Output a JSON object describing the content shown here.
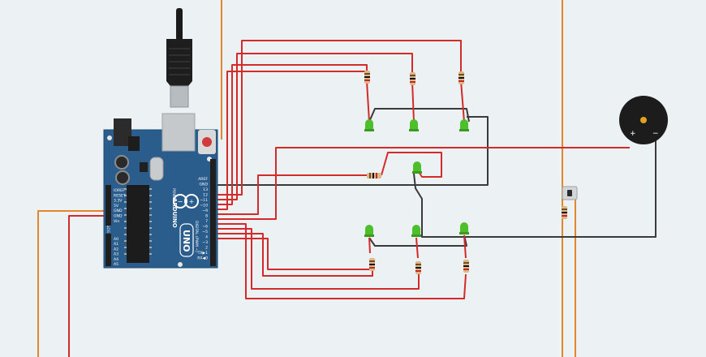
{
  "board": {
    "brand_vertical": "ARDUINO",
    "model_vertical": "UNO",
    "digital_header_label": "DIGITAL (PWM ~)",
    "power_header_label": "POWER",
    "analog_header_label": "ANALOG IN",
    "digital_pins": [
      "AREF",
      "GND",
      "13",
      "12",
      "~11",
      "~10",
      "~9",
      "8",
      "7",
      "~6",
      "~5",
      "4",
      "~3",
      "2",
      "TX▶1",
      "RX◀0"
    ],
    "power_pins": [
      "IOREF",
      "RESET",
      "3.3V",
      "5V",
      "GND",
      "GND",
      "Vin"
    ],
    "analog_pins": [
      "A0",
      "A1",
      "A2",
      "A3",
      "A4",
      "A5"
    ]
  },
  "buzzer": {
    "plus_label": "+",
    "minus_label": "−"
  },
  "colors": {
    "background": "#ecf1f4",
    "board": "#2a5c8c",
    "wire_signal": "#d42a2a",
    "wire_ground": "#3a3a3a",
    "wire_power": "#e1862b",
    "led": "#4cbf2b",
    "resistor": "#d9b98a",
    "buzzer": "#1c1c1c"
  }
}
